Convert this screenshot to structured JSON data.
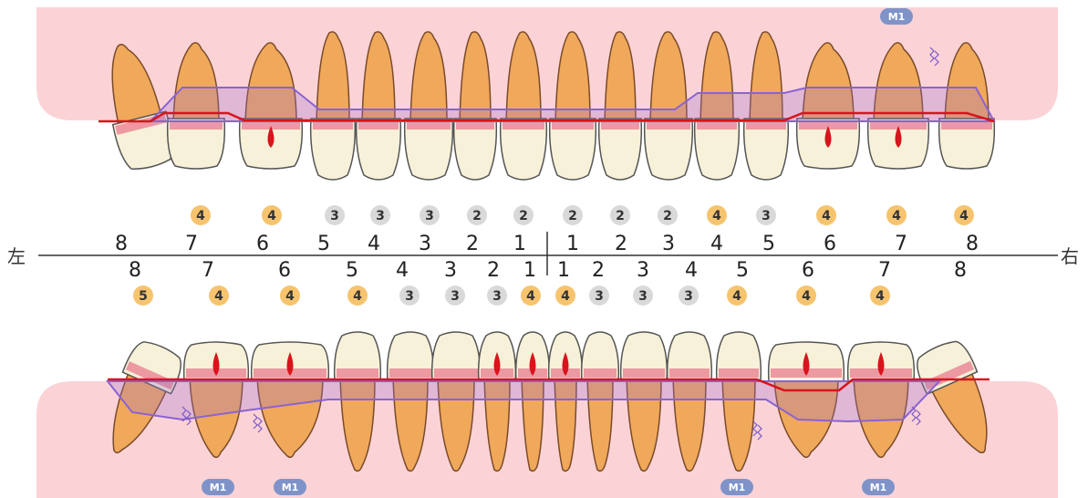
{
  "diagram": {
    "side_left": "左",
    "side_right": "右",
    "m1_label": "M1",
    "colors": {
      "gum": "#fbd3d6",
      "root": "#f0a85a",
      "root_stroke": "#7a4a2a",
      "crown": "#f6f1d8",
      "gumline": "#d8141c",
      "bone": "#9b6fd0",
      "grade_warning": "#f6c46e",
      "grade_normal": "#d9d9d9",
      "m1_badge": "#7f93c9",
      "pulp": "#d8141c"
    },
    "upper": {
      "numbers": [
        "8",
        "7",
        "6",
        "5",
        "4",
        "3",
        "2",
        "1",
        "1",
        "2",
        "3",
        "4",
        "5",
        "6",
        "7",
        "8"
      ],
      "grades": [
        {
          "value": "4",
          "level": "warning"
        },
        {
          "value": "4",
          "level": "warning"
        },
        {
          "value": "3",
          "level": "normal"
        },
        {
          "value": "3",
          "level": "normal"
        },
        {
          "value": "3",
          "level": "normal"
        },
        {
          "value": "2",
          "level": "normal"
        },
        {
          "value": "2",
          "level": "normal"
        },
        {
          "value": "2",
          "level": "normal"
        },
        {
          "value": "2",
          "level": "normal"
        },
        {
          "value": "2",
          "level": "normal"
        },
        {
          "value": "4",
          "level": "warning"
        },
        {
          "value": "3",
          "level": "normal"
        },
        {
          "value": "4",
          "level": "warning"
        },
        {
          "value": "4",
          "level": "warning"
        },
        {
          "value": "4",
          "level": "warning"
        }
      ]
    },
    "lower": {
      "numbers": [
        "8",
        "7",
        "6",
        "5",
        "4",
        "3",
        "2",
        "1",
        "1",
        "2",
        "3",
        "4",
        "5",
        "6",
        "7",
        "8"
      ],
      "grades": [
        {
          "value": "5",
          "level": "warning"
        },
        {
          "value": "4",
          "level": "warning"
        },
        {
          "value": "4",
          "level": "warning"
        },
        {
          "value": "4",
          "level": "warning"
        },
        {
          "value": "3",
          "level": "normal"
        },
        {
          "value": "3",
          "level": "normal"
        },
        {
          "value": "3",
          "level": "normal"
        },
        {
          "value": "4",
          "level": "warning"
        },
        {
          "value": "4",
          "level": "warning"
        },
        {
          "value": "3",
          "level": "normal"
        },
        {
          "value": "3",
          "level": "normal"
        },
        {
          "value": "3",
          "level": "normal"
        },
        {
          "value": "4",
          "level": "warning"
        },
        {
          "value": "4",
          "level": "warning"
        },
        {
          "value": "4",
          "level": "warning"
        }
      ]
    },
    "m1_badges": {
      "upper_count": 1,
      "lower_count": 4
    }
  }
}
